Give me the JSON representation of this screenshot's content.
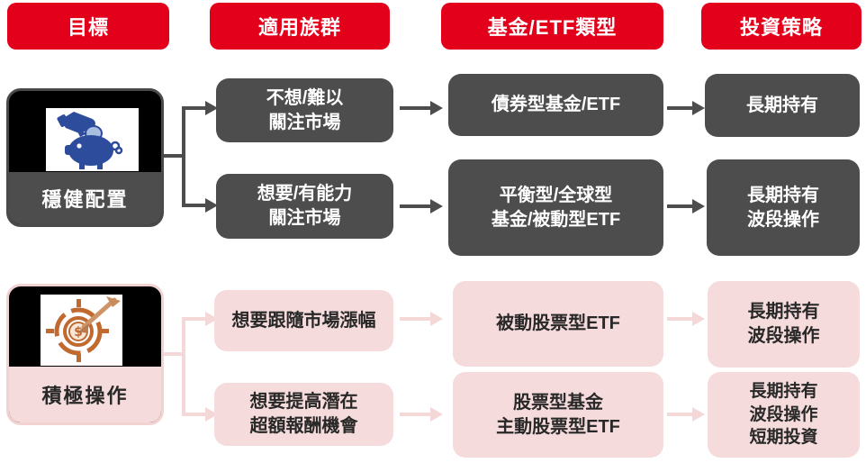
{
  "palette": {
    "header_red": "#E2001A",
    "dark_gray": "#4D4D4D",
    "pink": "#F5DBDB",
    "pink_border": "#F3D2D2",
    "pink_arrow": "#F4D8D8",
    "icon_panel_bg": "#000000",
    "page_bg": "#FFFFFF",
    "pig_blue": "#2E4C9C",
    "target_orange": "#C06A30"
  },
  "headers": {
    "goal": "目標",
    "audience": "適用族群",
    "fund_type": "基金/ETF類型",
    "strategy": "投資策略"
  },
  "sections": {
    "stable": {
      "label": "穩健配置",
      "icon": "piggy-bank-coin-icon",
      "rows": [
        {
          "audience": "不想/難以\n關注市場",
          "fund": "債券型基金/ETF",
          "strategy": "長期持有"
        },
        {
          "audience": "想要/有能力\n關注市場",
          "fund": "平衡型/全球型\n基金/被動型ETF",
          "strategy": "長期持有\n波段操作"
        }
      ]
    },
    "active": {
      "label": "積極操作",
      "icon": "target-dollar-icon",
      "rows": [
        {
          "audience": "想要跟隨市場漲幅",
          "fund": "被動股票型ETF",
          "strategy": "長期持有\n波段操作"
        },
        {
          "audience": "想要提高潛在\n超額報酬機會",
          "fund": "股票型基金\n主動股票型ETF",
          "strategy": "長期持有\n波段操作\n短期投資"
        }
      ]
    }
  },
  "icons": {
    "dollar_glyph": "$"
  }
}
